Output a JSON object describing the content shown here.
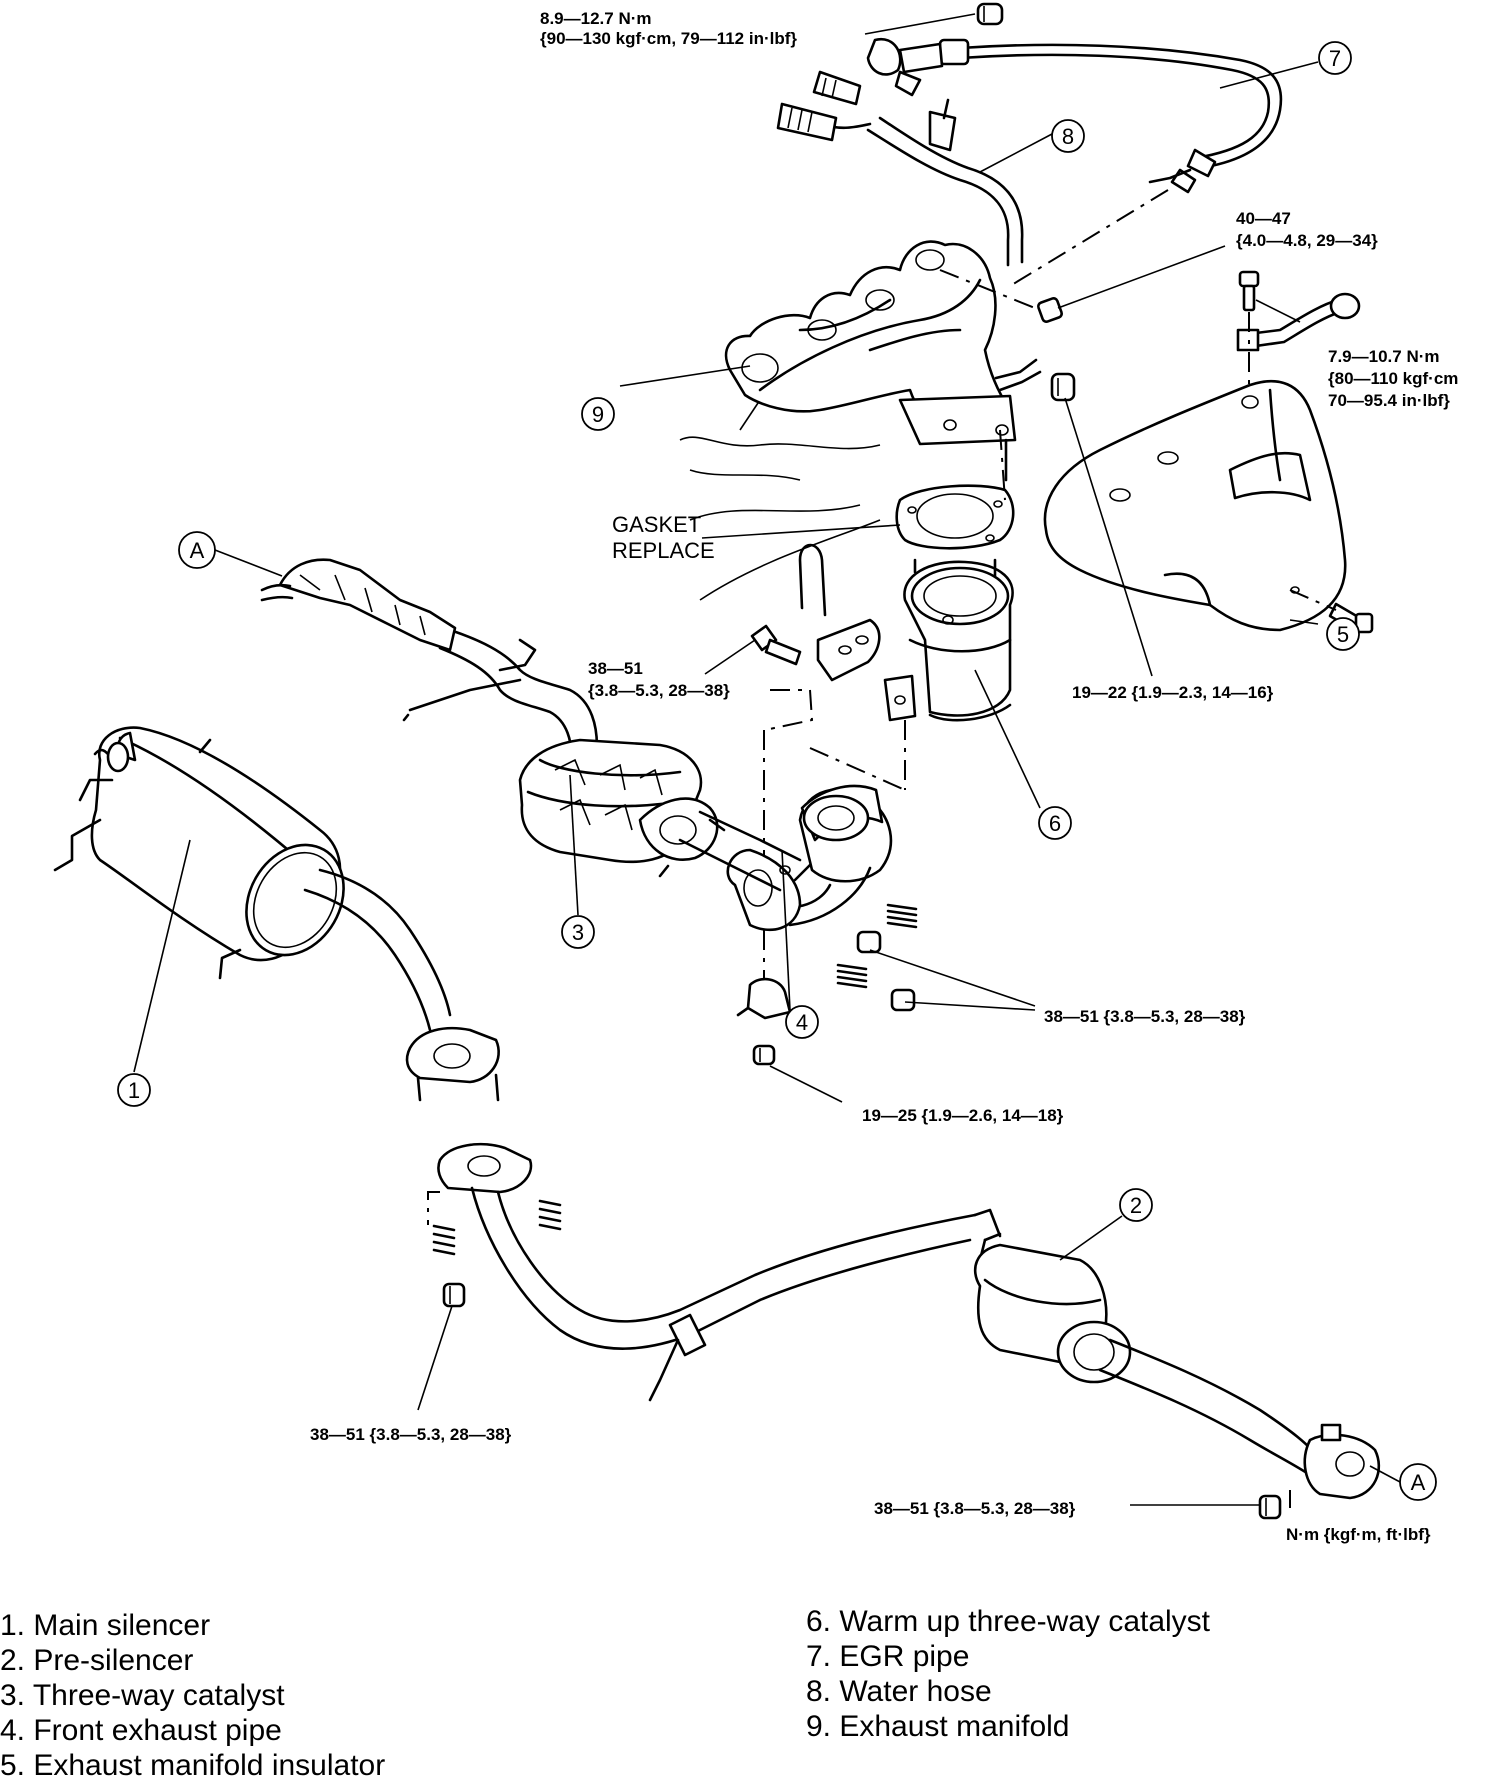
{
  "specs": {
    "egr_pipe_nut": [
      "8.9—12.7 N·m",
      "{90—130 kgf·cm, 79—112 in·lbf}"
    ],
    "manifold_nut": [
      "40—47",
      "{4.0—4.8, 29—34}"
    ],
    "insulator_bolt": [
      "7.9—10.7 N·m",
      "{80—110 kgf·cm",
      "70—95.4 in·lbf}"
    ],
    "gasket": [
      "GASKET",
      "REPLACE"
    ],
    "bracket_bolt": [
      "38—51",
      "{3.8—5.3, 28—38}"
    ],
    "insulator_nut": "19—22 {1.9—2.3, 14—16}",
    "front_pipe_nuts": "38—51 {3.8—5.3, 28—38}",
    "hanger_nut": "19—25 {1.9—2.6, 14—18}",
    "presilencer_nut": "38—51 {3.8—5.3, 28—38}",
    "rear_flange_nut": "38—51 {3.8—5.3, 28—38}",
    "units": "N·m {kgf·m, ft·lbf}"
  },
  "callouts": {
    "a": "A",
    "n1": "1",
    "n2": "2",
    "n3": "3",
    "n4": "4",
    "n5": "5",
    "n6": "6",
    "n7": "7",
    "n8": "8",
    "n9": "9"
  },
  "legend": {
    "left": [
      "1. Main silencer",
      "2. Pre-silencer",
      "3. Three-way catalyst",
      "4. Front exhaust pipe",
      "5. Exhaust manifold insulator"
    ],
    "right": [
      "6. Warm up three-way catalyst",
      "7. EGR pipe",
      "8. Water hose",
      "9. Exhaust manifold"
    ]
  }
}
